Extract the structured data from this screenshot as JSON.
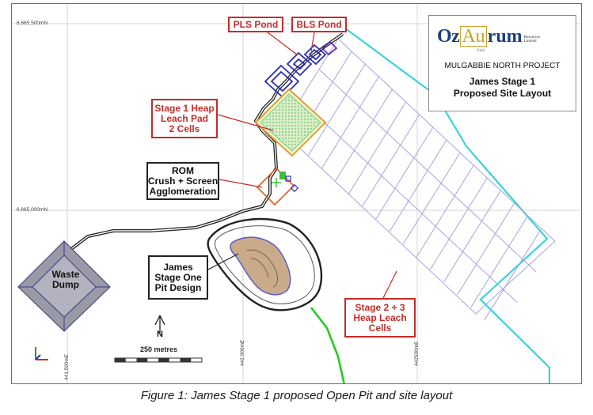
{
  "caption": "Figure 1: James Stage 1 proposed Open Pit and site layout",
  "logo": {
    "oz": "Oz",
    "au": "Au",
    "rum": "rum",
    "resources": [
      "Resources",
      "Limited"
    ],
    "gold_text": "Gold",
    "project": "MULGABBIE NORTH PROJECT",
    "title_line1": "James Stage 1",
    "title_line2": "Proposed Site Layout"
  },
  "labels": {
    "pls_pond": "PLS Pond",
    "bls_pond": "BLS Pond",
    "stage1_heap": [
      "Stage 1 Heap",
      "Leach Pad",
      "2 Cells"
    ],
    "rom": [
      "ROM",
      "Crush + Screen",
      "Agglomeration"
    ],
    "waste_dump": [
      "Waste",
      "Dump"
    ],
    "james_pit": [
      "James",
      "Stage One",
      "Pit Design"
    ],
    "stage23": [
      "Stage 2 + 3",
      "Heap Leach",
      "Cells"
    ]
  },
  "coordinates": {
    "north_top": "6,665,500mN",
    "north_mid": "6,665,000mN",
    "east_left": "441,500mE",
    "east_mid": "442,000mE",
    "east_right": "442500mE"
  },
  "scale": {
    "label": "250 metres"
  },
  "north_arrow": {
    "label": "N"
  },
  "colors": {
    "callout_red": "#c62b27",
    "grid_lavender": "#9c9ce0",
    "lease_cyan": "#38d4d8",
    "haul_road_green": "#22cc22",
    "pond_blue": "#2b2bb8",
    "pad_green": "#7bd07b",
    "pad_orange": "#e0a030",
    "pit_tan": "#c8a986"
  }
}
